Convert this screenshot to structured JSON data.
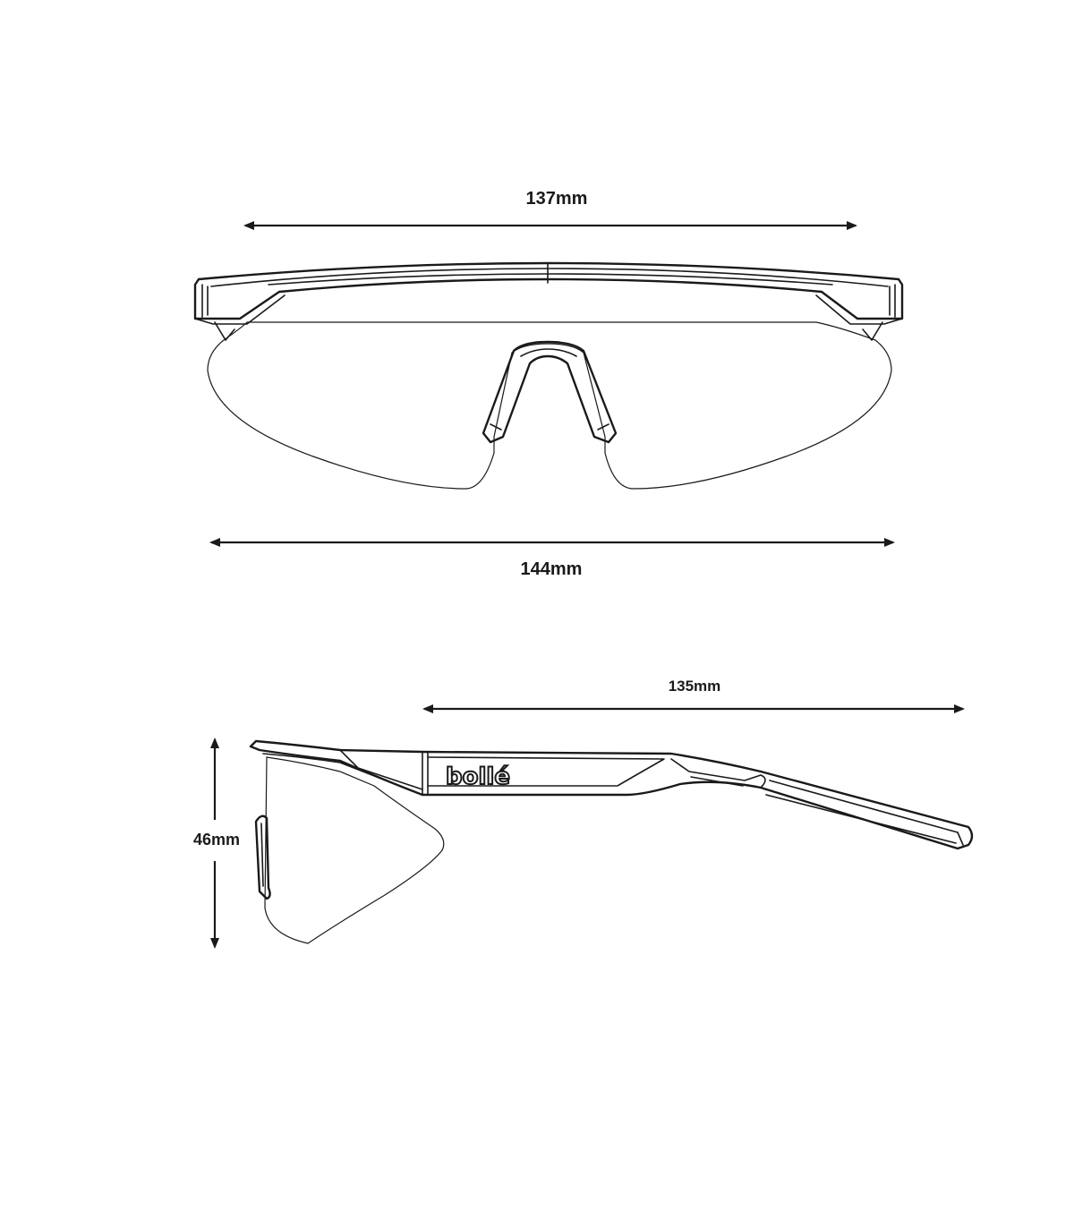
{
  "front_view": {
    "frame_width": "137mm",
    "lens_width": "144mm"
  },
  "side_view": {
    "temple_length": "135mm",
    "lens_height": "46mm",
    "brand_logo": "bollé"
  },
  "colors": {
    "line": "#1a1a1a",
    "background": "#ffffff"
  }
}
